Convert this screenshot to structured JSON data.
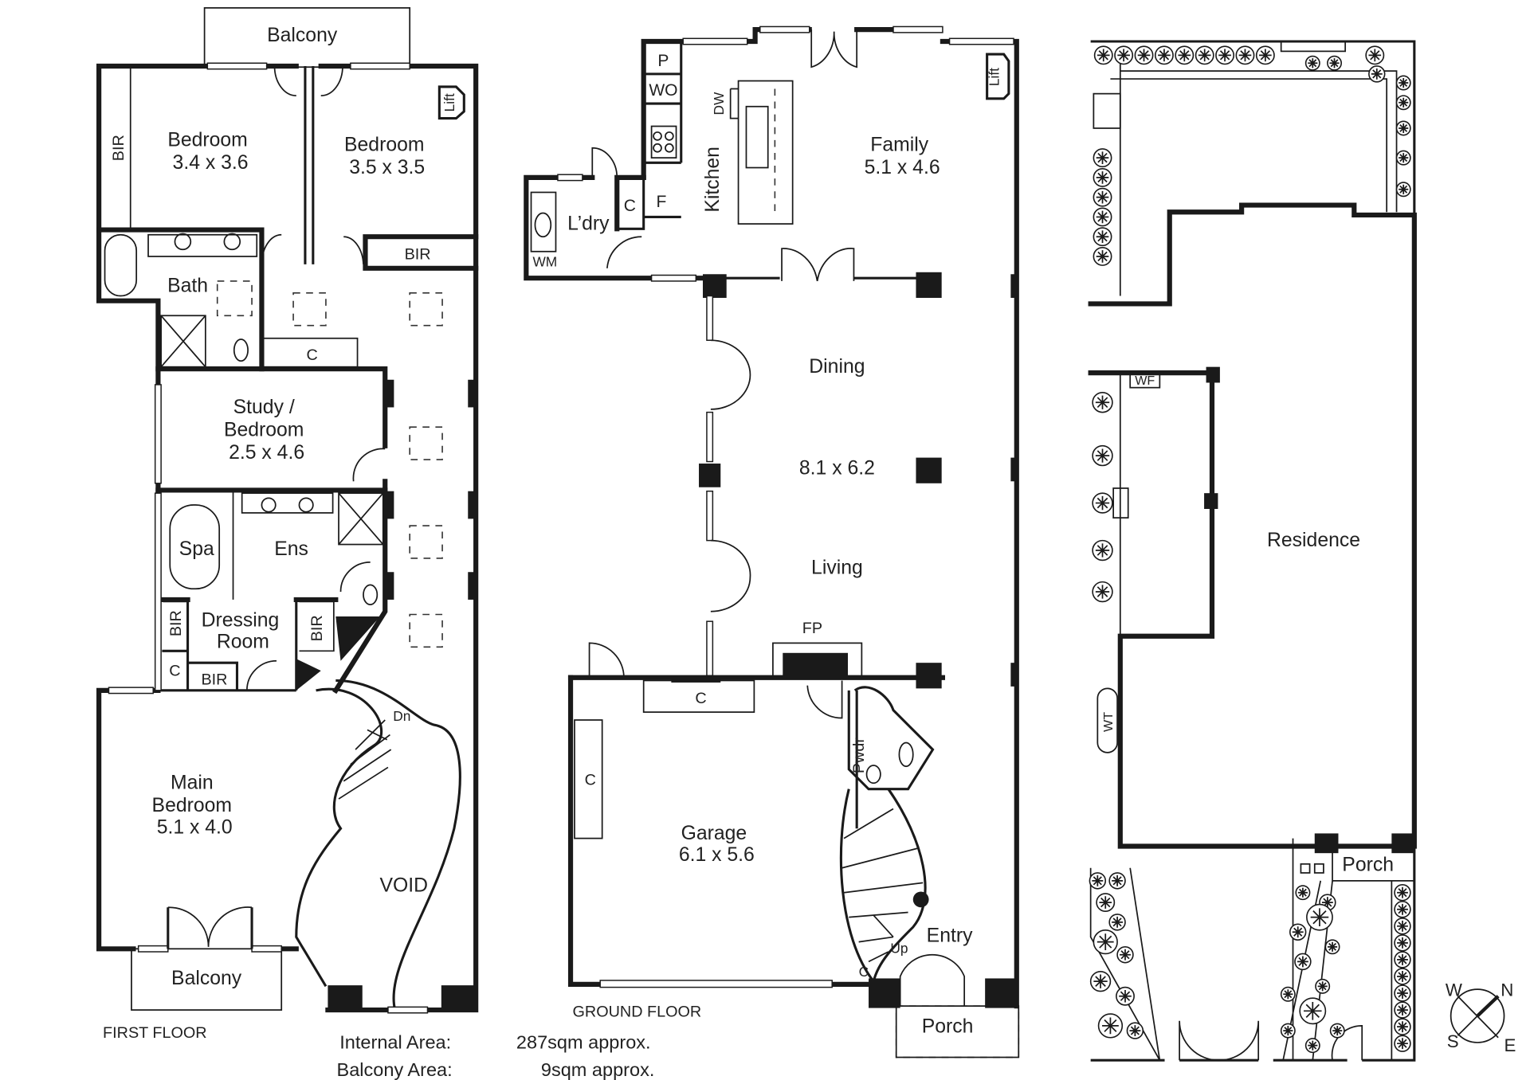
{
  "first_floor": {
    "caption": "FIRST FLOOR",
    "rooms": {
      "balcony_top": "Balcony",
      "bir_left": "BIR",
      "bedroom1": {
        "name": "Bedroom",
        "size": "3.4 x 3.6"
      },
      "bedroom2": {
        "name": "Bedroom",
        "size": "3.5 x 3.5"
      },
      "lift": "Lift",
      "bath": "Bath",
      "bir_right": "BIR",
      "cupboard": "C",
      "study": {
        "name1": "Study /",
        "name2": "Bedroom",
        "size": "2.5 x 4.6"
      },
      "spa": "Spa",
      "ens": "Ens",
      "bir_dress_left": "BIR",
      "bir_dress_right": "BIR",
      "dressing": {
        "name1": "Dressing",
        "name2": "Room"
      },
      "cupboard2": "C",
      "bir_bottom": "BIR",
      "stairs_dn": "Dn",
      "main_bedroom": {
        "name1": "Main",
        "name2": "Bedroom",
        "size": "5.1 x 4.0"
      },
      "void": "VOID",
      "balcony_bottom": "Balcony"
    }
  },
  "ground_floor": {
    "caption": "GROUND FLOOR",
    "rooms": {
      "pantry": "P",
      "wall_oven": "WO",
      "dishwasher": "DW",
      "kitchen": "Kitchen",
      "cupboard": "C",
      "fridge": "F",
      "laundry": "L’dry",
      "washing_machine": "WM",
      "family": {
        "name": "Family",
        "size": "5.1 x 4.6"
      },
      "lift": "Lift",
      "dining": "Dining",
      "dining_living_size": "8.1 x 6.2",
      "living": "Living",
      "fireplace": "FP",
      "cupboard_garage_top": "C",
      "cupboard_garage_side": "C",
      "garage": {
        "name": "Garage",
        "size": "6.1 x 5.6"
      },
      "powder": "Pwdr",
      "stairs_up": "Up",
      "entry": "Entry",
      "cupboard_entry": "C",
      "porch": "Porch"
    }
  },
  "site_plan": {
    "woodfire": "WF",
    "residence": "Residence",
    "water_tank": "WT",
    "porch": "Porch",
    "compass": {
      "w": "W",
      "n": "N",
      "s": "S",
      "e": "E"
    }
  },
  "areas": {
    "internal_label": "Internal Area:",
    "internal_value": "287sqm approx.",
    "balcony_label": "Balcony Area:",
    "balcony_value": "9sqm approx."
  }
}
